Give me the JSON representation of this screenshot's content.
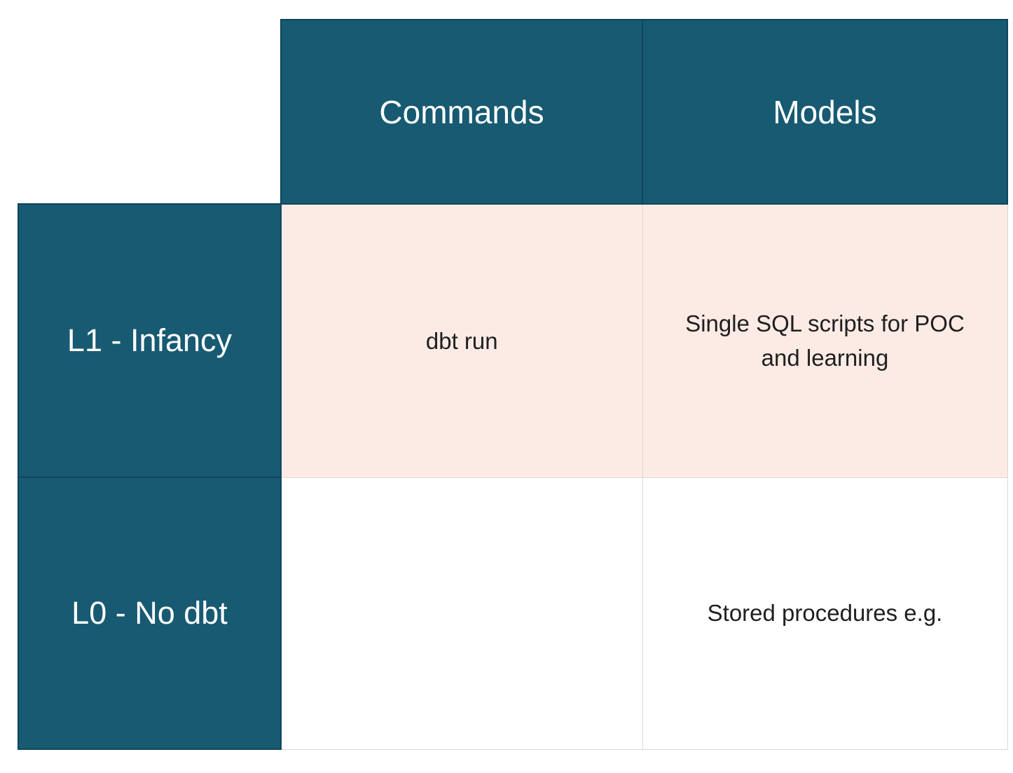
{
  "table": {
    "column_headers": [
      {
        "label": "Commands"
      },
      {
        "label": "Models"
      }
    ],
    "rows": [
      {
        "label": "L1 - Infancy",
        "highlighted": true,
        "cells": [
          {
            "text": "dbt run"
          },
          {
            "text": "Single SQL scripts for POC and learning"
          }
        ]
      },
      {
        "label": "L0 - No dbt",
        "highlighted": false,
        "cells": [
          {
            "text": ""
          },
          {
            "text": "Stored procedures e.g."
          }
        ]
      }
    ]
  },
  "colors": {
    "header_bg": "#175a72",
    "header_border": "#10455c",
    "header_text": "#ffffff",
    "highlight_cell_bg": "#fcebe4",
    "default_cell_bg": "#ffffff",
    "grid_line": "#d8d8d8",
    "cell_text": "#1f1f1f"
  }
}
